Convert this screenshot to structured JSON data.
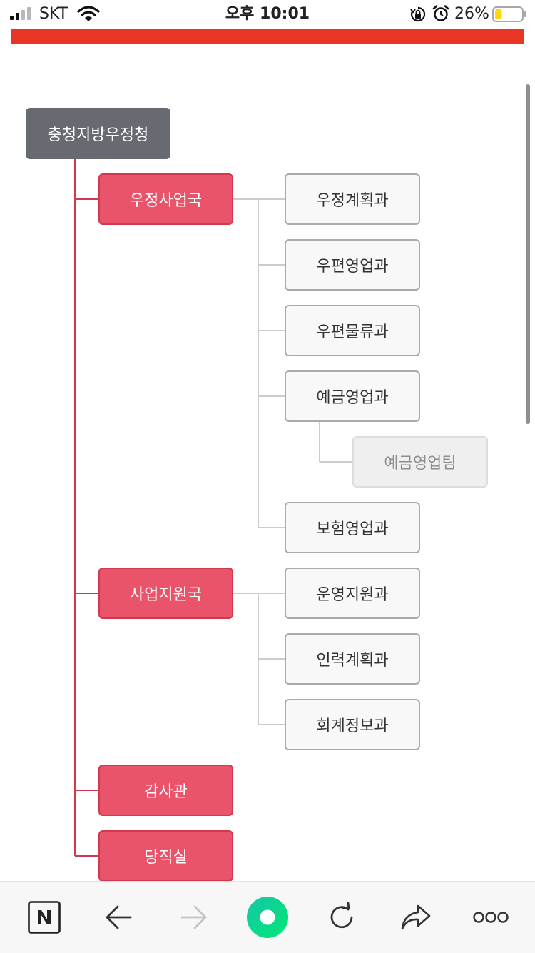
{
  "status_bar": {
    "carrier": "SKT",
    "time": "오후 10:01",
    "battery_percent": "26%",
    "battery_level": 0.26,
    "signal_bars_filled": 2
  },
  "org_chart": {
    "root": "충청지방우정청",
    "bureaus": [
      {
        "label": "우정사업국",
        "divisions": [
          {
            "label": "우정계획과"
          },
          {
            "label": "우편영업과"
          },
          {
            "label": "우편물류과"
          },
          {
            "label": "예금영업과",
            "team": "예금영업팀"
          },
          {
            "label": "보험영업과"
          }
        ]
      },
      {
        "label": "사업지원국",
        "divisions": [
          {
            "label": "운영지원과"
          },
          {
            "label": "인력계획과"
          },
          {
            "label": "회계정보과"
          }
        ]
      },
      {
        "label": "감사관",
        "divisions": []
      },
      {
        "label": "당직실",
        "divisions": []
      }
    ]
  },
  "toolbar": {
    "items": [
      {
        "name": "naver-home-button",
        "icon": "naver-n-icon"
      },
      {
        "name": "back-button",
        "icon": "arrow-left-icon"
      },
      {
        "name": "forward-button",
        "icon": "arrow-right-icon",
        "disabled": true
      },
      {
        "name": "green-dot-button",
        "icon": "green-dot-icon"
      },
      {
        "name": "reload-button",
        "icon": "reload-icon"
      },
      {
        "name": "share-button",
        "icon": "share-arrow-icon"
      },
      {
        "name": "more-button",
        "icon": "more-dots-icon"
      }
    ]
  },
  "colors": {
    "banner": "#e93526",
    "root_node": "#676a71",
    "bureau_node": "#e9546a",
    "bureau_line": "#d2394f",
    "division_border": "#aaaaaa",
    "team_node": "#efefef",
    "connector_gray": "#cccccc",
    "toolbar_green": "#1ed9a0"
  }
}
